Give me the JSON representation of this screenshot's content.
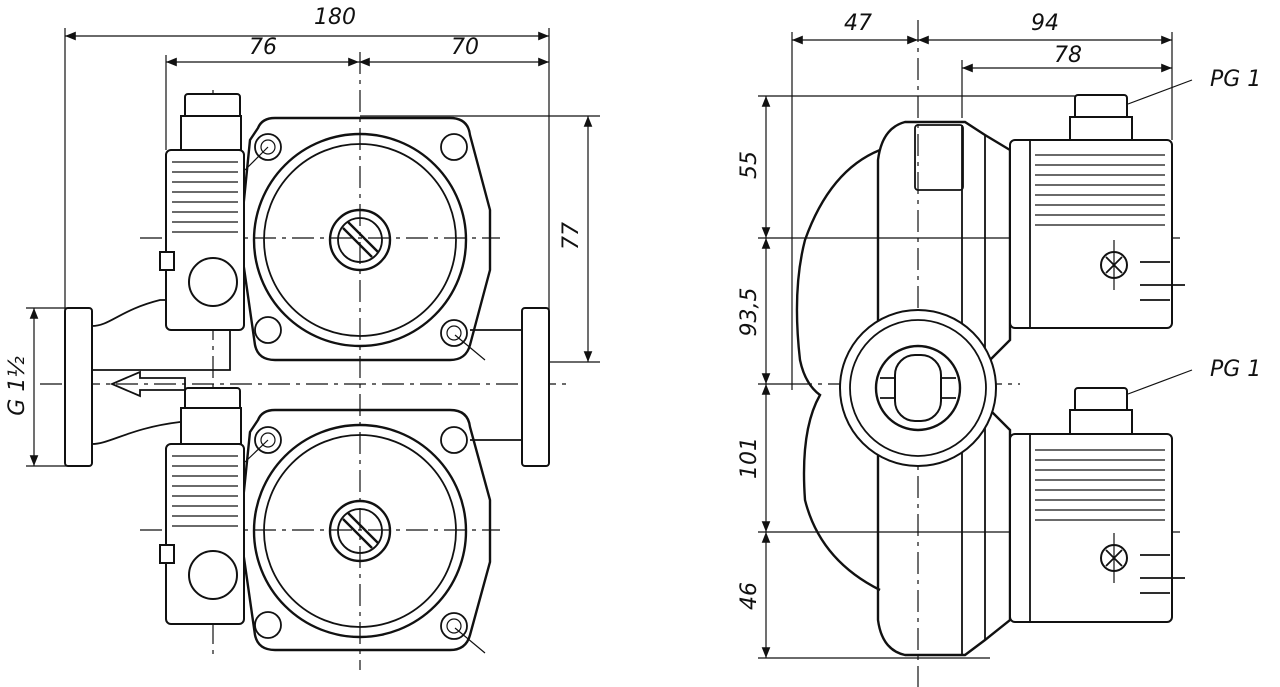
{
  "drawing": {
    "front_view": {
      "dims": {
        "overall_width": "180",
        "left_to_axis": "76",
        "axis_to_right": "70",
        "height_top": "77",
        "connection": "G 1½"
      }
    },
    "side_view": {
      "dims": {
        "depth_left": "47",
        "depth_right": "94",
        "depth_inner": "78",
        "v1": "55",
        "v2": "93,5",
        "v3": "101",
        "v4": "46"
      },
      "callouts": {
        "cable_gland_top": "PG 1",
        "cable_gland_bottom": "PG 1"
      }
    }
  }
}
